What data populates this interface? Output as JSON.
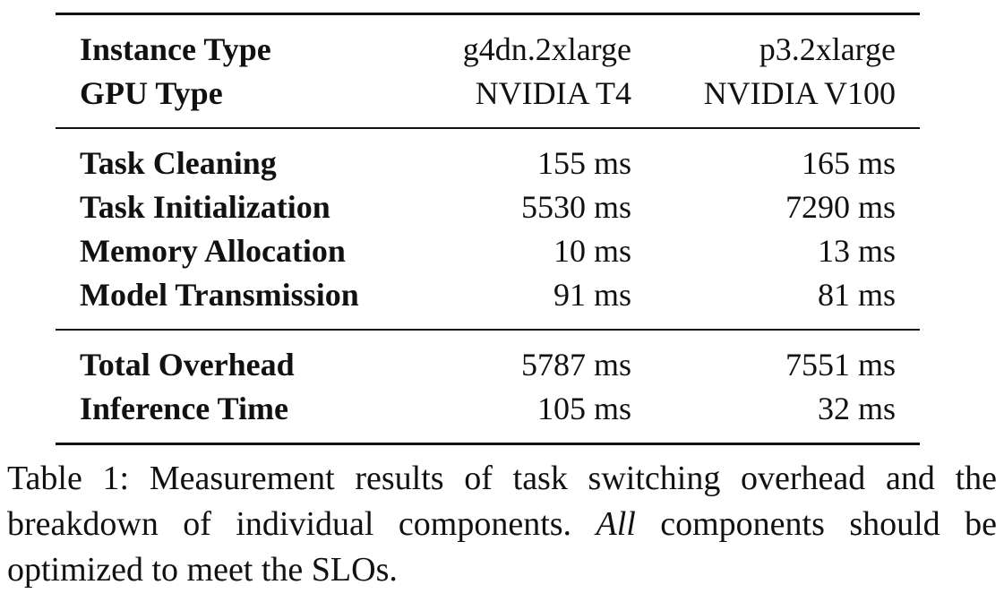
{
  "table": {
    "header": [
      {
        "label": "Instance Type",
        "col1": "g4dn.2xlarge",
        "col2": "p3.2xlarge"
      },
      {
        "label": "GPU Type",
        "col1": "NVIDIA T4",
        "col2": "NVIDIA V100"
      }
    ],
    "components": [
      {
        "label": "Task Cleaning",
        "col1": "155 ms",
        "col2": "165 ms"
      },
      {
        "label": "Task Initialization",
        "col1": "5530 ms",
        "col2": "7290 ms"
      },
      {
        "label": "Memory Allocation",
        "col1": "10 ms",
        "col2": "13 ms"
      },
      {
        "label": "Model Transmission",
        "col1": "91 ms",
        "col2": "81 ms"
      }
    ],
    "totals": [
      {
        "label": "Total Overhead",
        "col1": "5787 ms",
        "col2": "7551 ms"
      },
      {
        "label": "Inference Time",
        "col1": "105 ms",
        "col2": "32 ms"
      }
    ]
  },
  "caption": {
    "part1": "Table 1: Measurement results of task switching overhead and the breakdown of individual components. ",
    "emphasis": "All",
    "part2": " components should be optimized to meet the SLOs."
  }
}
